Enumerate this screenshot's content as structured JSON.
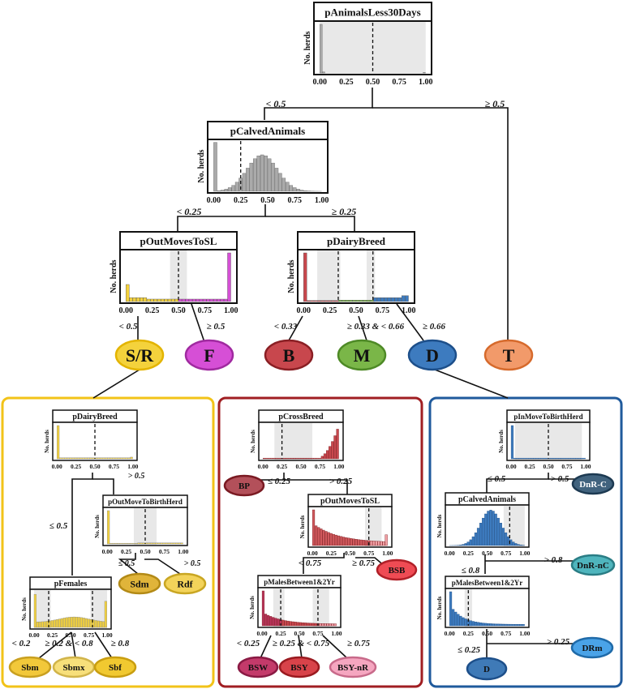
{
  "colors": {
    "grey": "#aaaaaa",
    "yellow": "#f4d23c",
    "magenta": "#d64fd6",
    "red": "#c8474d",
    "green": "#7ab648",
    "blue": "#3d7bbf",
    "orange": "#f29a6a",
    "panel_yellow": "#f2c318",
    "panel_red": "#a01e22",
    "panel_blue": "#1f5a9c",
    "shade": "#e8e8e8"
  },
  "axis_title": "No. herds",
  "tick_labels": [
    "0.00",
    "0.25",
    "0.50",
    "0.75",
    "1.00"
  ],
  "nodes": {
    "root": {
      "title": "pAnimalsLess30Days"
    },
    "calved": {
      "title": "pCalvedAnimals"
    },
    "outmoves": {
      "title": "pOutMovesToSL"
    },
    "dairy": {
      "title": "pDairyBreed"
    },
    "sr_dairy": {
      "title": "pDairyBreed"
    },
    "sr_outbirth": {
      "title": "pOutMoveToBirthHerd"
    },
    "sr_females": {
      "title": "pFemales"
    },
    "b_cross": {
      "title": "pCrossBreed"
    },
    "b_outmoves": {
      "title": "pOutMovesToSL"
    },
    "b_males": {
      "title": "pMalesBetween1&2Yr"
    },
    "d_inmove": {
      "title": "pInMoveToBirthHerd"
    },
    "d_calved": {
      "title": "pCalvedAnimals"
    },
    "d_males": {
      "title": "pMalesBetween1&2Yr"
    }
  },
  "edge_labels": {
    "root_left": "< 0.5",
    "root_right": "≥ 0.5",
    "calved_left": "< 0.25",
    "calved_right": "≥ 0.25",
    "outmoves_left": "< 0.5",
    "outmoves_right": "≥ 0.5",
    "dairy_left": "< 0.33",
    "dairy_mid": "≥ 0.33 & < 0.66",
    "dairy_right": "≥ 0.66",
    "srd_left": "≤ 0.5",
    "srd_right": "> 0.5",
    "sro_left": "≤ 0.5",
    "sro_right": "> 0.5",
    "srf_left": "< 0.2",
    "srf_mid": "≥ 0.2 & < 0.8",
    "srf_right": "≥ 0.8",
    "bc_left": "≤ 0.25",
    "bc_right": "> 0.25",
    "bo_left": "< 0.75",
    "bo_right": "≥ 0.75",
    "bm_left": "< 0.25",
    "bm_mid": "≥ 0.25 & < 0.75",
    "bm_right": "≥ 0.75",
    "di_left": "≤ 0.5",
    "di_right": "> 0.5",
    "dc_left": "≤ 0.8",
    "dc_right": "> 0.8",
    "dm_left": "≤ 0.25",
    "dm_right": "> 0.25"
  },
  "leaves": {
    "SR": {
      "label": "S/R"
    },
    "F": {
      "label": "F"
    },
    "B": {
      "label": "B"
    },
    "M": {
      "label": "M"
    },
    "D": {
      "label": "D"
    },
    "T": {
      "label": "T"
    },
    "Sdm": {
      "label": "Sdm"
    },
    "Rdf": {
      "label": "Rdf"
    },
    "Sbm": {
      "label": "Sbm"
    },
    "Sbmx": {
      "label": "Sbmx"
    },
    "Sbf": {
      "label": "Sbf"
    },
    "BP": {
      "label": "BP"
    },
    "BSB": {
      "label": "BSB"
    },
    "BSW": {
      "label": "BSW"
    },
    "BSY": {
      "label": "BSY"
    },
    "BSYnR": {
      "label": "BSY-nR"
    },
    "DnRC": {
      "label": "DnR-C"
    },
    "DnRnC": {
      "label": "DnR-nC"
    },
    "DRm": {
      "label": "DRm"
    },
    "Dsub": {
      "label": "D"
    }
  }
}
